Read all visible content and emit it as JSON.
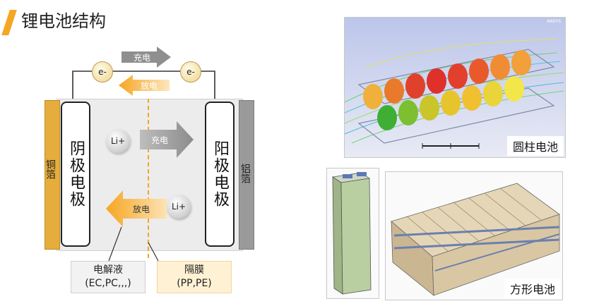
{
  "title": "锂电池结构",
  "diagram": {
    "copper_foil": "铜箔",
    "aluminum_foil": "铝箔",
    "anode": "阴极电极",
    "cathode": "阳极电极",
    "electron_left": "e-",
    "electron_right": "e-",
    "top_charge": "充电",
    "top_discharge": "放电",
    "ion_top": "Li+",
    "ion_bottom": "Li+",
    "mid_charge": "充电",
    "mid_discharge": "放电",
    "electrolyte_name": "电解液",
    "electrolyte_detail": "(EC,PC,,,)",
    "separator_name": "隔膜",
    "separator_detail": "(PP,PE)"
  },
  "photos": {
    "cylindrical_caption": "圆柱电池",
    "prismatic_caption": "方形电池",
    "sim_logo": "ANSYS"
  },
  "colors": {
    "accent": "#f5a623",
    "copper": "#e6ad3c",
    "aluminum": "#9a9a9a",
    "charge_arrow": "#9d9d9d",
    "discharge_arrow": "#f7b24a",
    "separator_line": "#f5a623"
  }
}
